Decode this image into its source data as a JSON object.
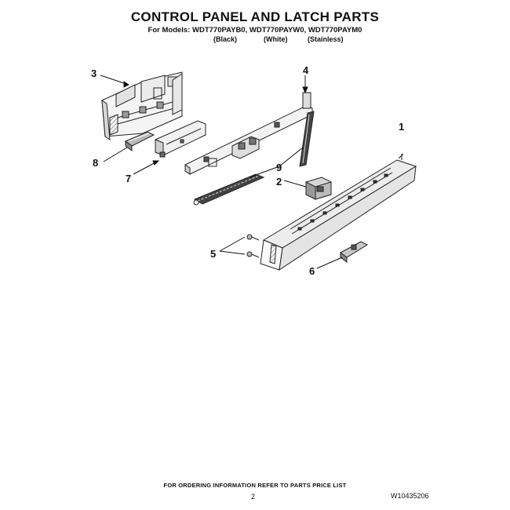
{
  "header": {
    "title": "CONTROL PANEL AND LATCH PARTS",
    "models_line": "For Models: WDT770PAYB0, WDT770PAYW0, WDT770PAYM0",
    "variants": [
      "(Black)",
      "(White)",
      "(Stainless)"
    ]
  },
  "callouts": {
    "c1": "1",
    "c2": "2",
    "c3": "3",
    "c4": "4",
    "c5": "5",
    "c6": "6",
    "c7": "7",
    "c8": "8",
    "c9": "9"
  },
  "footer": {
    "ordering_note": "FOR ORDERING INFORMATION REFER TO PARTS PRICE LIST",
    "page_number": "2",
    "document_code": "W10435206"
  }
}
